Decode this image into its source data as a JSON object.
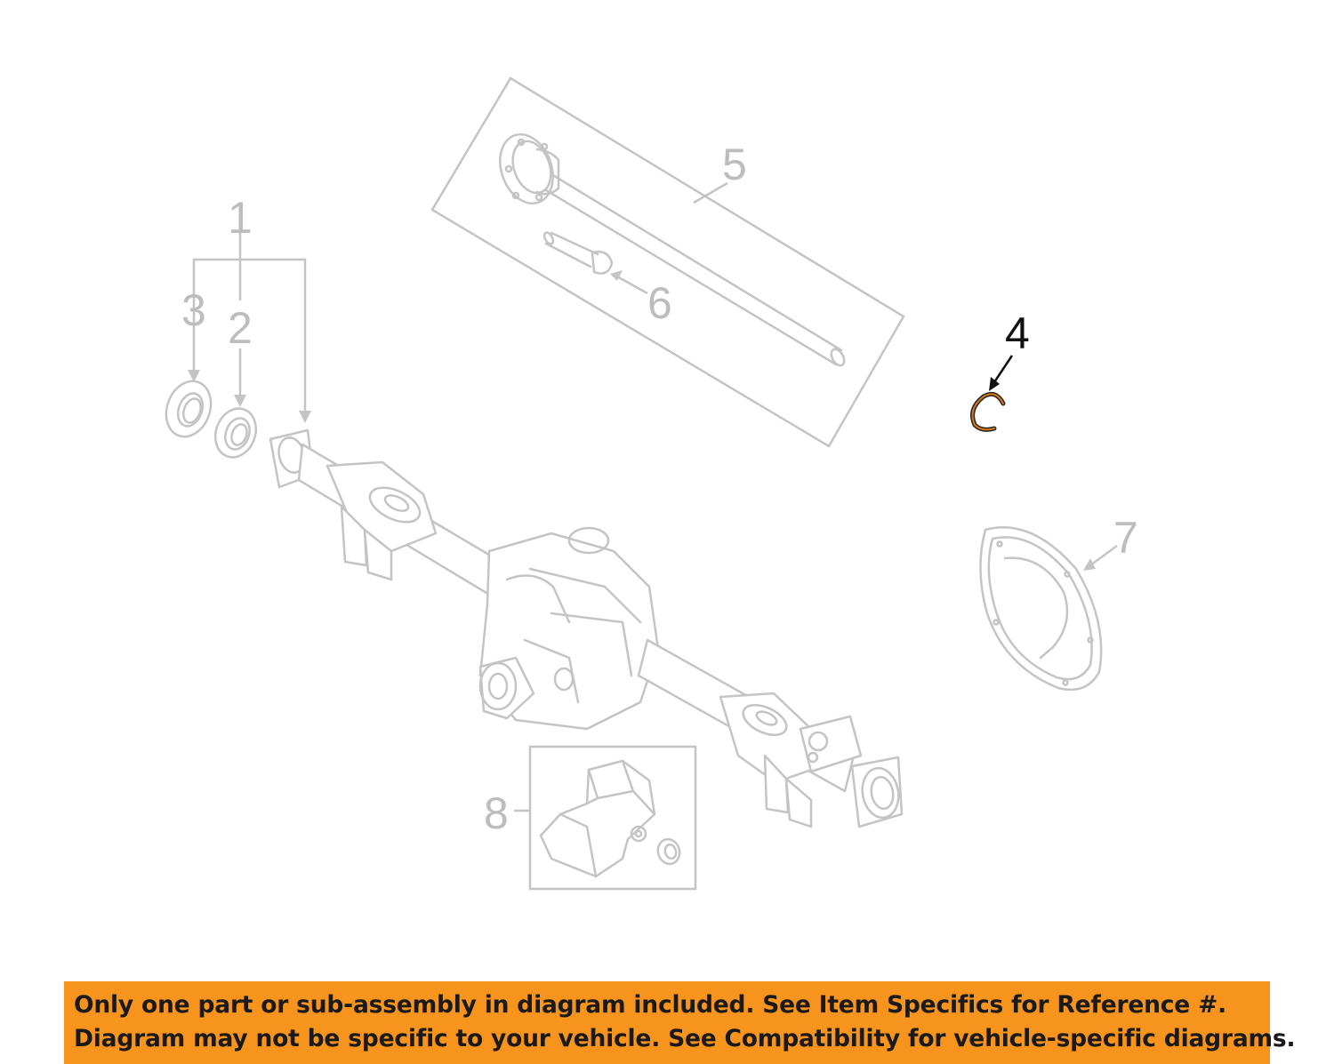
{
  "callouts": {
    "c1": "1",
    "c2": "2",
    "c3": "3",
    "c4": "4",
    "c5": "5",
    "c6": "6",
    "c7": "7",
    "c8": "8"
  },
  "highlighted_part": "4",
  "colors": {
    "faded_part": "#c4c4c4",
    "highlight_part": "#d87a10",
    "banner_bg": "#f7941d",
    "banner_text": "#1a1a1a"
  },
  "banner": {
    "line1": "Only one part or sub-assembly in diagram included. See Item Specifics for Reference #.",
    "line2": "Diagram may not be specific to your vehicle. See Compatibility for vehicle-specific diagrams."
  }
}
